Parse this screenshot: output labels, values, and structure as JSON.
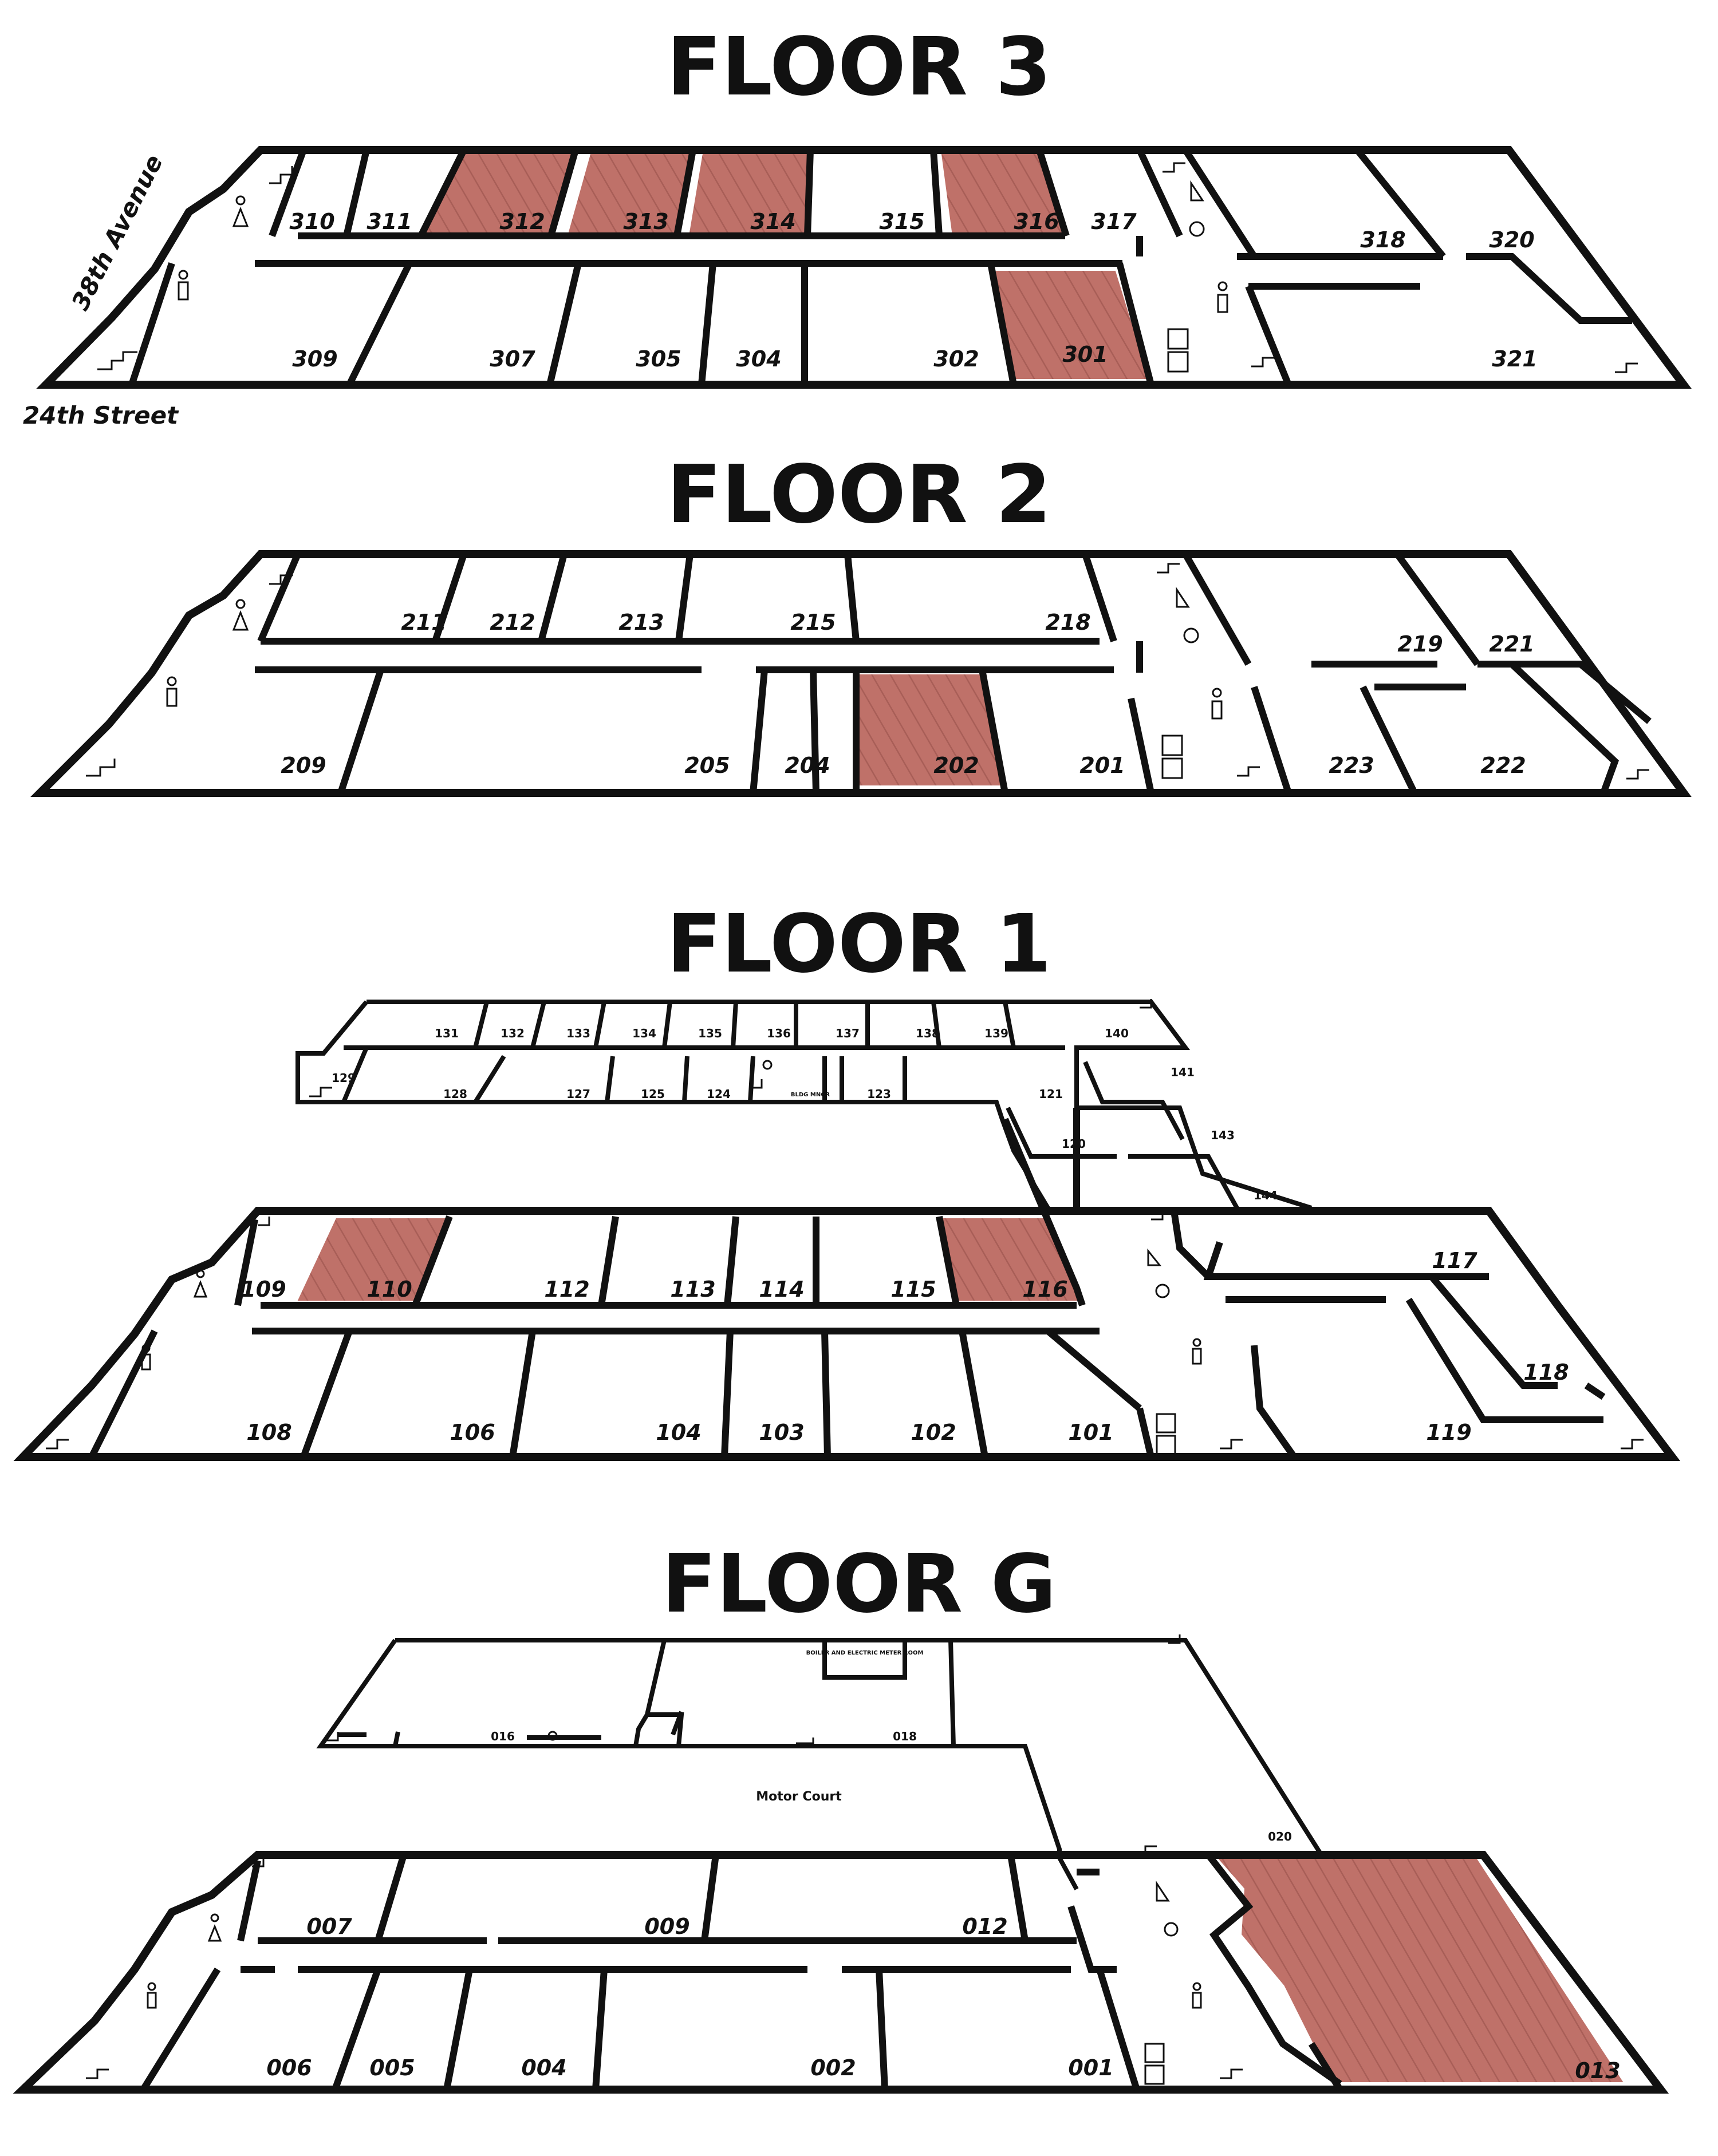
{
  "highlight_color": "#bf7169",
  "wall_color": "#111111",
  "streets": {
    "avenue": "38th Avenue",
    "street": "24th Street"
  },
  "floors": {
    "f3": {
      "title": "FLOOR 3",
      "rooms": [
        "310",
        "311",
        "312",
        "313",
        "314",
        "315",
        "316",
        "317",
        "318",
        "320",
        "309",
        "307",
        "305",
        "304",
        "302",
        "301",
        "321"
      ],
      "highlighted": [
        "312",
        "313",
        "314",
        "316",
        "301"
      ]
    },
    "f2": {
      "title": "FLOOR 2",
      "rooms": [
        "211",
        "212",
        "213",
        "215",
        "218",
        "219",
        "221",
        "209",
        "205",
        "204",
        "202",
        "201",
        "223",
        "222"
      ],
      "highlighted": [
        "202"
      ]
    },
    "f1": {
      "title": "FLOOR 1",
      "rooms": [
        "131",
        "132",
        "133",
        "134",
        "135",
        "136",
        "137",
        "138",
        "139",
        "140",
        "129",
        "128",
        "127",
        "125",
        "124",
        "BLDG MNGR",
        "123",
        "121",
        "141",
        "143",
        "120",
        "144",
        "109",
        "110",
        "112",
        "113",
        "114",
        "115",
        "116",
        "117",
        "118",
        "108",
        "106",
        "104",
        "103",
        "102",
        "101",
        "119"
      ],
      "highlighted": [
        "110",
        "116"
      ]
    },
    "fg": {
      "title": "FLOOR G",
      "rooms": [
        "BOILER AND ELECTRIC METER ROOM",
        "016",
        "018",
        "Motor Court",
        "020",
        "007",
        "009",
        "012",
        "006",
        "005",
        "004",
        "002",
        "001",
        "013"
      ],
      "highlighted": [
        "013"
      ]
    }
  }
}
